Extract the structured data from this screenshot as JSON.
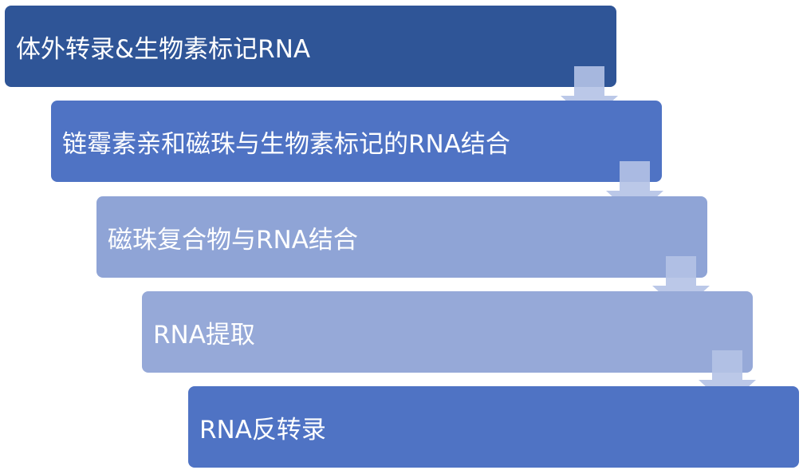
{
  "steps": [
    {
      "label": "体外转录&生物素标记RNA",
      "color": "#2f5597"
    },
    {
      "label": "链霉素亲和磁珠与生物素标记的RNA结合",
      "color": "#4f73c4"
    },
    {
      "label": "磁珠复合物与RNA结合",
      "color": "#8fa4d6"
    },
    {
      "label": "RNA提取",
      "color": "#96a9d8"
    },
    {
      "label": "RNA反转录",
      "color": "#4f73c4"
    }
  ],
  "arrow_color": "#b4c2e5",
  "arrow_icon": "chevron-down-arrow"
}
